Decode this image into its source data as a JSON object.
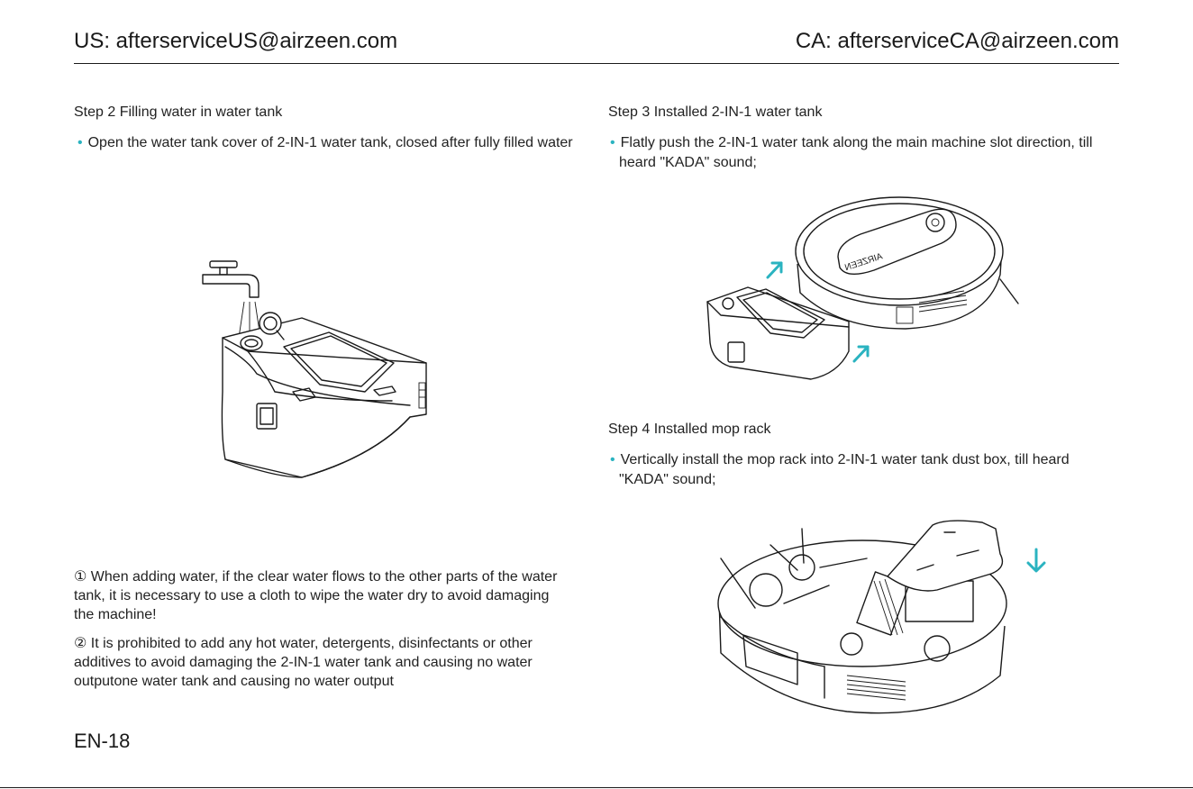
{
  "header": {
    "us_email": "US: afterserviceUS@airzeen.com",
    "ca_email": "CA: afterserviceCA@airzeen.com"
  },
  "step2": {
    "title": "Step 2  Filling water in water tank",
    "bullet": "Open the water tank cover of 2-IN-1 water tank, closed after fully filled water"
  },
  "step3": {
    "title": "Step 3  Installed 2-IN-1 water tank",
    "bullet_line1": "Flatly push the 2-IN-1 water tank along the main machine slot direction, till",
    "bullet_line2": "heard \"KADA\" sound;"
  },
  "step4": {
    "title": "Step 4  Installed mop rack",
    "bullet_line1": "Vertically install the mop rack into 2-IN-1 water tank dust box, till heard",
    "bullet_line2": "\"KADA\" sound;"
  },
  "notes": {
    "note1_line1": "① When adding water, if the clear water flows to the other parts of the water",
    "note1_line2": "tank, it is necessary to use a cloth to wipe the water dry to avoid damaging",
    "note1_line3": "the machine!",
    "note2_line1": "② It is prohibited to add any hot water, detergents, disinfectants or other",
    "note2_line2": "additives to avoid damaging the 2-IN-1 water tank and causing no water",
    "note2_line3": "outputone water tank and causing no water output"
  },
  "footer": {
    "page_number": "EN-18"
  },
  "illustrations": {
    "robot_logo": "AIRZEEN"
  },
  "colors": {
    "accent": "#2ab3c0",
    "text": "#1a1a1a",
    "rule": "#1a1a1a"
  },
  "icons": [
    "bullet-dot",
    "faucet-icon",
    "arrow-up-right-icon",
    "arrow-down-icon"
  ]
}
